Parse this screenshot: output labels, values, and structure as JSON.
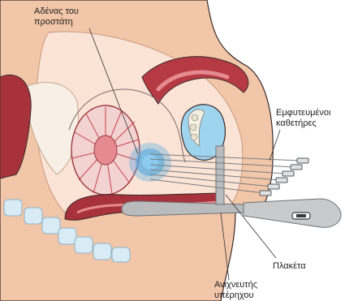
{
  "labels": {
    "prostate": [
      "Αδένας του",
      "προστάτη"
    ],
    "catheters": [
      "Εμφυτευμένοι",
      "καθετήρες"
    ],
    "plate": "Πλακέτα",
    "ultrasound": [
      "Ανιχνευτής",
      "υπέρηχου"
    ]
  },
  "colors": {
    "skin": "#f2c6a8",
    "skin_shade": "#e4ab8b",
    "bone": "#d9ecf6",
    "bone_outline": "#8fb4c9",
    "tissue_dark": "#a8323b",
    "tissue_light": "#e58a8f",
    "prostate_fill": "#f3d2d2",
    "prostate_ray": "#c9454f",
    "radiation": "#4aa8e0",
    "bladder": "#9fd4ef",
    "probe": "#b9bbbd",
    "probe_dark": "#6f7275",
    "outline": "#3a2b2b"
  }
}
